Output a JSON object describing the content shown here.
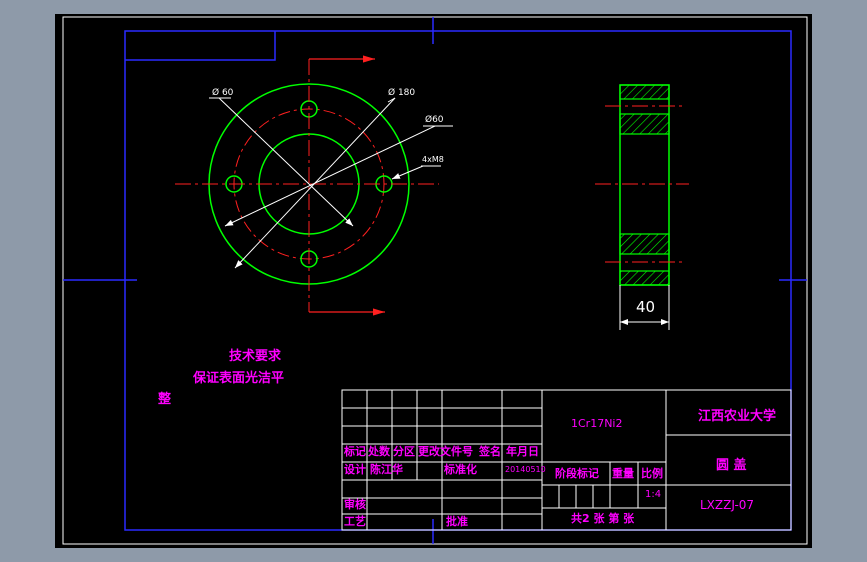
{
  "drawing": {
    "dimensions": {
      "dia_small_hole": "Ø 60",
      "dia_outer": "Ø 180",
      "dia_mid": "Ø60",
      "holes": "4xM8",
      "thickness": "40"
    },
    "technical_requirements": {
      "title": "技术要求",
      "line1": "保证表面光洁平",
      "line2": "整"
    }
  },
  "title_block": {
    "material": "1Cr17Ni2",
    "university": "江西农业大学",
    "part_name": "圆 盖",
    "drawing_number": "LXZZJ-07",
    "revision_header": [
      "标记",
      "处数",
      "分区",
      "更改文件号",
      "签名",
      "年月日"
    ],
    "design_label": "设计",
    "designer": "陈江华",
    "standardize_label": "标准化",
    "date": "20140510",
    "stage_label": "阶段标记",
    "weight_label": "重量",
    "scale_label": "比例",
    "scale": "1:4",
    "review_label": "审核",
    "process_label": "工艺",
    "approve_label": "批准",
    "sheets": "共2 张 第 张"
  },
  "colors": {
    "background": "#000000",
    "frame": "#2a2aff",
    "geometry": "#00ff00",
    "center_line": "#ff2020",
    "dimension": "#ffffff",
    "annotation": "#ff00ff",
    "hatch": "#00ff00"
  }
}
